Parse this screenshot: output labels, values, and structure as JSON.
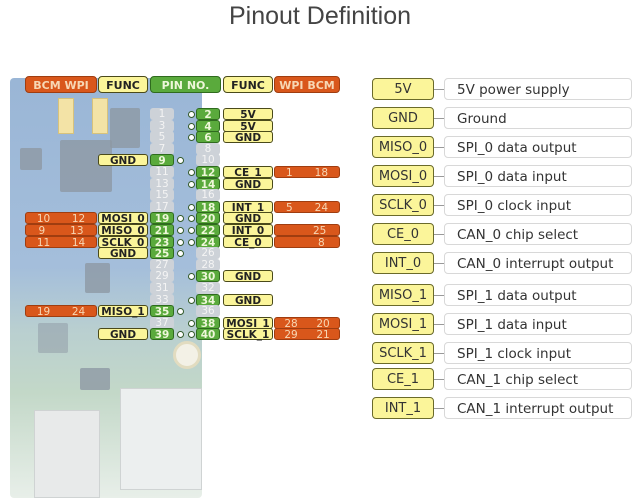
{
  "title": "Pinout Definition",
  "header": {
    "left_bcm_wpi": "BCM  WPI",
    "left_func": "FUNC",
    "pin_no": "PIN NO.",
    "right_func": "FUNC",
    "right_wpi_bcm": "WPI  BCM"
  },
  "colors": {
    "orange": "#d9571b",
    "yellow": "#fbf59a",
    "green": "#5aaa3c",
    "inactive_pin": "#cdd2d8"
  },
  "pins": [
    {
      "odd": "1",
      "odd_active": false,
      "even": "2",
      "even_active": true,
      "right_func": "5V"
    },
    {
      "odd": "3",
      "odd_active": false,
      "even": "4",
      "even_active": true,
      "right_func": "5V"
    },
    {
      "odd": "5",
      "odd_active": false,
      "even": "6",
      "even_active": true,
      "right_func": "GND"
    },
    {
      "odd": "7",
      "odd_active": false,
      "even": "8",
      "even_active": false
    },
    {
      "odd": "9",
      "odd_active": true,
      "left_func": "GND",
      "even": "10",
      "even_active": false
    },
    {
      "odd": "11",
      "odd_active": false,
      "even": "12",
      "even_active": true,
      "right_func": "CE_1",
      "right_wpi": "1",
      "right_bcm": "18"
    },
    {
      "odd": "13",
      "odd_active": false,
      "even": "14",
      "even_active": true,
      "right_func": "GND"
    },
    {
      "odd": "15",
      "odd_active": false,
      "even": "16",
      "even_active": false
    },
    {
      "odd": "17",
      "odd_active": false,
      "even": "18",
      "even_active": true,
      "right_func": "INT_1",
      "right_wpi": "5",
      "right_bcm": "24"
    },
    {
      "odd": "19",
      "odd_active": true,
      "left_func": "MOSI_0",
      "left_bcm": "10",
      "left_wpi": "12",
      "even": "20",
      "even_active": true,
      "right_func": "GND"
    },
    {
      "odd": "21",
      "odd_active": true,
      "left_func": "MISO_0",
      "left_bcm": "9",
      "left_wpi": "13",
      "even": "22",
      "even_active": true,
      "right_func": "INT_0",
      "right_wpi": "",
      "right_bcm": "25"
    },
    {
      "odd": "23",
      "odd_active": true,
      "left_func": "SCLK_0",
      "left_bcm": "11",
      "left_wpi": "14",
      "even": "24",
      "even_active": true,
      "right_func": "CE_0",
      "right_wpi": "",
      "right_bcm": "8"
    },
    {
      "odd": "25",
      "odd_active": true,
      "left_func": "GND",
      "even": "26",
      "even_active": false
    },
    {
      "odd": "27",
      "odd_active": false,
      "even": "28",
      "even_active": false
    },
    {
      "odd": "29",
      "odd_active": false,
      "even": "30",
      "even_active": true,
      "right_func": "GND"
    },
    {
      "odd": "31",
      "odd_active": false,
      "even": "32",
      "even_active": false
    },
    {
      "odd": "33",
      "odd_active": false,
      "even": "34",
      "even_active": true,
      "right_func": "GND"
    },
    {
      "odd": "35",
      "odd_active": true,
      "left_func": "MISO_1",
      "left_bcm": "19",
      "left_wpi": "24",
      "even": "36",
      "even_active": false
    },
    {
      "odd": "37",
      "odd_active": false,
      "even": "38",
      "even_active": true,
      "right_func": "MOSI_1",
      "right_wpi": "28",
      "right_bcm": "20"
    },
    {
      "odd": "39",
      "odd_active": true,
      "left_func": "GND",
      "even": "40",
      "even_active": true,
      "right_func": "SCLK_1",
      "right_wpi": "29",
      "right_bcm": "21"
    }
  ],
  "legend": [
    {
      "key": "5V",
      "desc": "5V power supply"
    },
    {
      "key": "GND",
      "desc": "Ground"
    },
    {
      "key": "MISO_0",
      "desc": "SPI_0 data output"
    },
    {
      "key": "MOSI_0",
      "desc": "SPI_0 data input"
    },
    {
      "key": "SCLK_0",
      "desc": "SPI_0 clock input"
    },
    {
      "key": "CE_0",
      "desc": "CAN_0 chip select"
    },
    {
      "key": "INT_0",
      "desc": "CAN_0 interrupt output"
    },
    {
      "key": "MISO_1",
      "desc": "SPI_1 data output"
    },
    {
      "key": "MOSI_1",
      "desc": "SPI_1 data input"
    },
    {
      "key": "SCLK_1",
      "desc": "SPI_1 clock input"
    },
    {
      "key": "CE_1",
      "desc": "CAN_1 chip select"
    },
    {
      "key": "INT_1",
      "desc": "CAN_1 interrupt output"
    }
  ]
}
